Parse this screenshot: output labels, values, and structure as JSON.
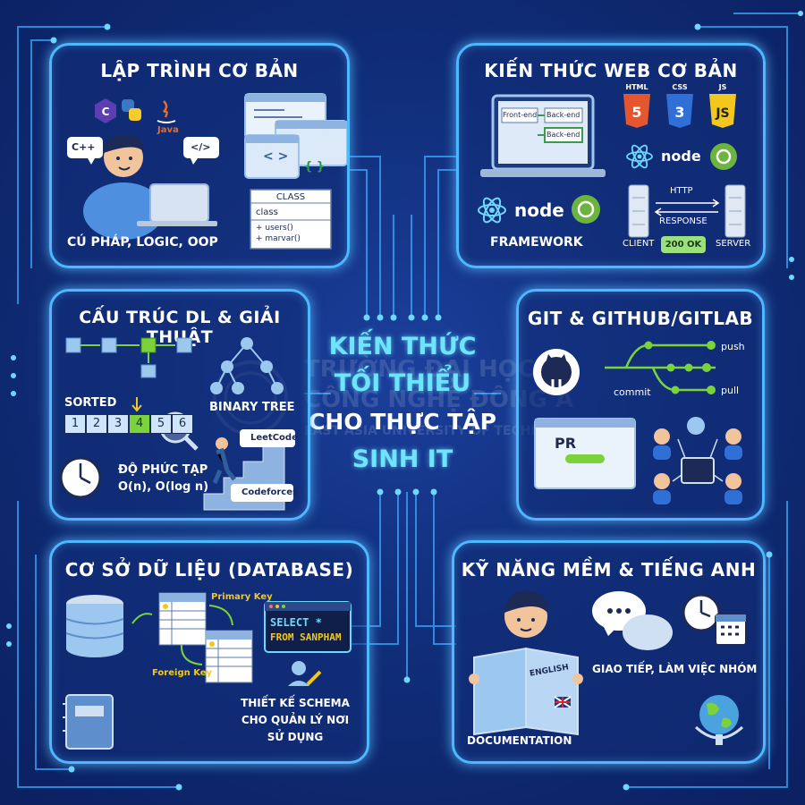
{
  "center": {
    "line1": "KIẾN THỨC",
    "line2": "TỐI THIỂU",
    "line3": "CHO THỰC TẬP",
    "line4": "SINH IT"
  },
  "watermark": {
    "line1": "TRƯỜNG ĐẠI HỌC",
    "line2": "CÔNG NGHỆ ĐÔNG Á",
    "line3": "EAST ASIA UNIVERSITY OF TECHNOLOGY"
  },
  "cards": {
    "basics": {
      "title": "LẬP TRÌNH CƠ BẢN",
      "caption": "CÚ PHÁP, LOGIC, OOP",
      "bubble_cpp": "C++",
      "bubble_code": "</>",
      "java": "Java",
      "class_header": "CLASS",
      "class_name": "class",
      "method1": "+ users()",
      "method2": "+ marvar()"
    },
    "web": {
      "title": "KIẾN THỨC WEB CƠ BẢN",
      "frontend": "Front-end",
      "backend1": "Back-end",
      "backend2": "Back-end",
      "html": "HTML",
      "css": "CSS",
      "js": "JS",
      "node": "node",
      "framework": "FRAMEWORK",
      "http": "HTTP",
      "response": "RESPONSE",
      "client": "CLIENT",
      "server": "SERVER",
      "ok": "200 OK"
    },
    "dsa": {
      "title": "CẤU TRÚC DL & GIẢI THUẬT",
      "sorted": "SORTED",
      "numbers": [
        "1",
        "2",
        "3",
        "4",
        "5",
        "6"
      ],
      "binary_tree": "BINARY TREE",
      "complexity_label": "ĐỘ PHỨC TẠP",
      "complexity_value": "O(n), O(log n)",
      "leetcode": "LeetCode",
      "codeforces": "Codeforces"
    },
    "git": {
      "title": "GIT & GITHUB/GITLAB",
      "push": "push",
      "pull": "pull",
      "commit": "commit",
      "pr": "PR"
    },
    "db": {
      "title": "CƠ SỞ DỮ LIỆU (DATABASE)",
      "primary_key": "Primary Key",
      "foreign_key": "Foreign Key",
      "sql1": "SELECT *",
      "sql2": "FROM SANPHAM",
      "schema1": "THIẾT KẾ SCHEMA",
      "schema2": "CHO QUẢN LÝ NƠI",
      "schema3": "SỬ DỤNG"
    },
    "soft": {
      "title": "KỸ NĂNG MỀM & TIẾNG ANH",
      "english": "ENGLISH",
      "communication": "GIAO TIẾP, LÀM VIỆC NHÓM",
      "documentation": "DOCUMENTATION"
    }
  },
  "colors": {
    "background": "#102e7a",
    "card_border": "#4db8ff",
    "title_cyan": "#6fe4ff",
    "accent_green": "#7bd23a"
  }
}
